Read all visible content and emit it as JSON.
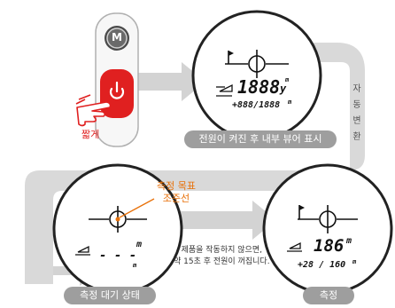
{
  "colors": {
    "gray": "#cfcfcf",
    "pill": "#9e9e9e",
    "red": "#e02020",
    "orange": "#e8710a",
    "ink": "#111111"
  },
  "device": {
    "mode_button": "M",
    "press_label": "짧게",
    "power_icon": "power-icon",
    "hand_icon": "pointing-hand-icon"
  },
  "arrow_label_side": [
    "자",
    "동",
    "변",
    "환"
  ],
  "displays": {
    "top": {
      "caption": "전원이 켜진 후 내부 뷰어 표시",
      "main_value": "1888",
      "main_unit": "y",
      "main_unit2": "m",
      "sub_value": "+888/1888",
      "sub_unit": "m"
    },
    "standby": {
      "caption": "측정 대기 상태",
      "dashes": "- - -",
      "unit": "m",
      "unit_small": "m",
      "callout": "측정 목표\n조준선"
    },
    "measure": {
      "caption": "측정",
      "main_value": "186",
      "main_unit": "m",
      "sub_value": "+28 / 160",
      "sub_unit": "m"
    }
  },
  "note": "제품을 작동하지 않으면,\n약 15초 후 전원이 꺼집니다."
}
